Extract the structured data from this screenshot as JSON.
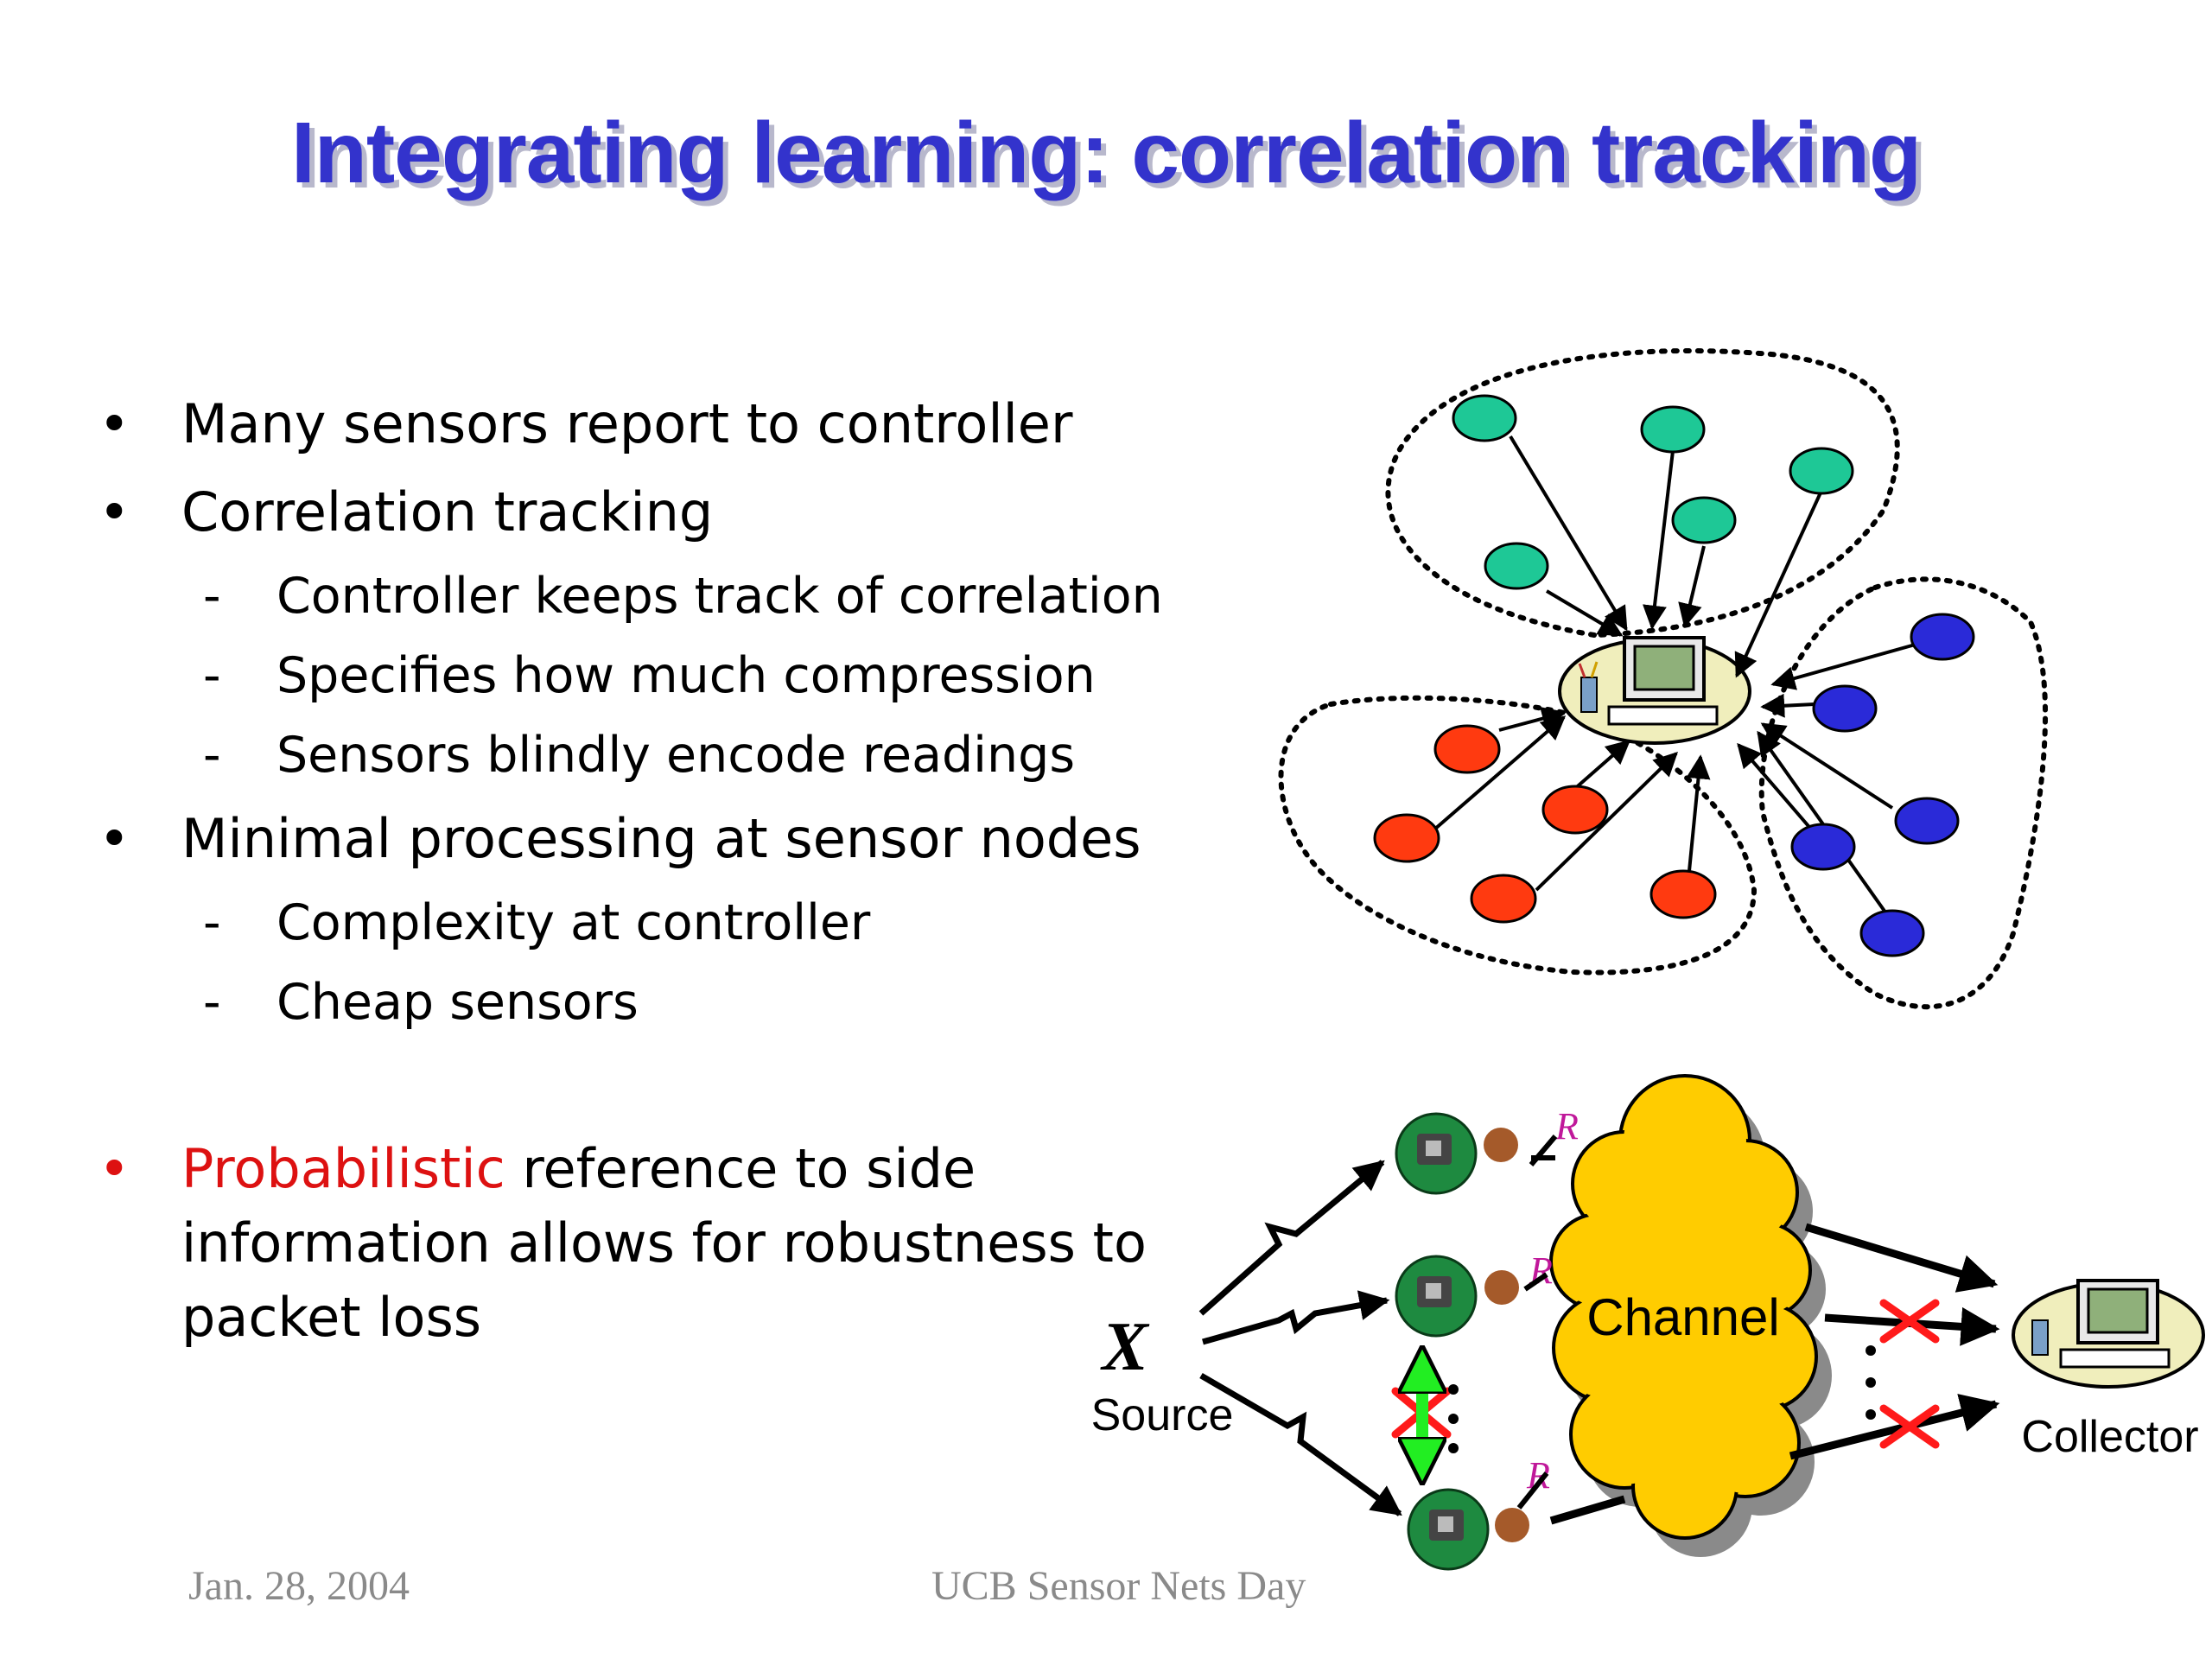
{
  "slide": {
    "title": "Integrating learning: correlation tracking"
  },
  "bullets": [
    {
      "text": "Many sensors report to controller",
      "sub": []
    },
    {
      "text": "Correlation tracking",
      "sub": [
        "Controller keeps track of correlation",
        "Specifies how much compression",
        "Sensors blindly encode readings"
      ]
    },
    {
      "text": "Minimal processing at sensor nodes",
      "sub": [
        "Complexity at controller",
        "Cheap sensors"
      ]
    }
  ],
  "robustness_bullet": {
    "highlight": "Probabilistic",
    "line1": " reference to side",
    "line2": "information allows for robustness to",
    "line3": "packet loss"
  },
  "diagram_top": {
    "groups": [
      "green",
      "blue",
      "red"
    ],
    "colors": {
      "green": "#1ec896",
      "blue": "#2a2ad8",
      "red": "#ff3a10"
    }
  },
  "diagram_bottom": {
    "source_symbol": "X",
    "source_label": "Source",
    "channel_label": "Channel",
    "collector_label": "Collector",
    "rate_label": "R",
    "colors": {
      "cloud": "#ffcc00",
      "loss": "#ff1a1a",
      "link": "#22ee22",
      "rate": "#c0189a"
    }
  },
  "footer": {
    "date": "Jan. 28, 2004",
    "event": "UCB Sensor Nets Day"
  }
}
